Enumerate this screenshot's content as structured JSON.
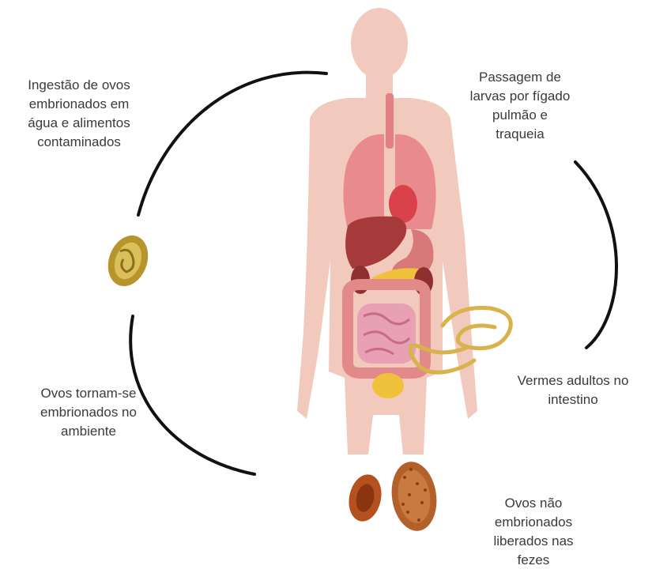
{
  "labels": {
    "ingestion": [
      "Ingestão de ovos",
      "embrionados em",
      "água e alimentos",
      "contaminados"
    ],
    "larvae_passage": [
      "Passagem de",
      "larvas por fígado",
      "pulmão e",
      "traqueia"
    ],
    "adult_worms": [
      "Vermes adultos no",
      "intestino"
    ],
    "eggs_embryonate": [
      "Ovos tornam-se",
      "embrionados no",
      "ambiente"
    ],
    "eggs_feces": [
      "Ovos não",
      "embrionados",
      "liberados nas",
      "fezes"
    ]
  },
  "colors": {
    "skin": "#f2c9bd",
    "cycle_arc": "#111111",
    "lungs": "#e98a8e",
    "liver": "#a63a3a",
    "intestine": "#e7a0b4",
    "worm": "#d8b24a",
    "embryonated_egg": "#b7952c",
    "feces_egg": "#b4511e"
  },
  "icons": [
    "human-body-anatomy",
    "embryonated-egg-icon",
    "unembryonated-egg-icon",
    "adult-worm-icon"
  ]
}
